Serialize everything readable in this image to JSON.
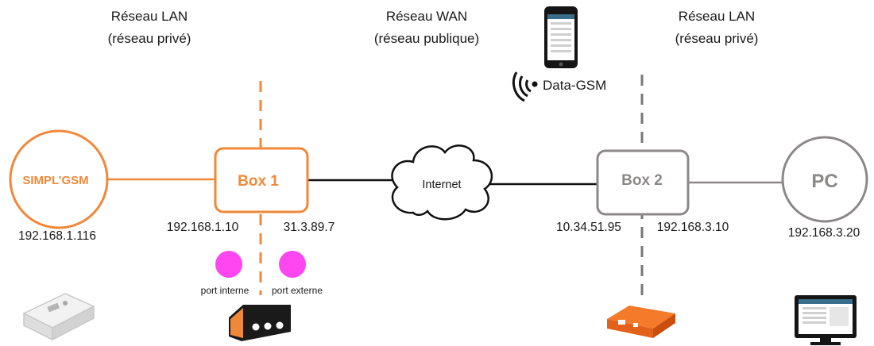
{
  "zones": {
    "lan_left": {
      "line1": "Réseau LAN",
      "line2": "(réseau privé)"
    },
    "wan": {
      "line1": "Réseau WAN",
      "line2": "(réseau publique)"
    },
    "lan_right": {
      "line1": "Réseau LAN",
      "line2": "(réseau privé)"
    }
  },
  "nodes": {
    "simplgsm": {
      "label": "SIMPL’GSM",
      "ip": "192.168.1.116"
    },
    "box1": {
      "label": "Box 1",
      "ip_internal": "192.168.1.10",
      "ip_external": "31.3.89.7"
    },
    "internet": {
      "label": "Internet"
    },
    "box2": {
      "label": "Box 2",
      "ip_wan": "10.34.51.95",
      "ip_lan": "192.168.3.10"
    },
    "pc": {
      "label": "PC",
      "ip": "192.168.3.20"
    }
  },
  "mobile": {
    "label": "Data-GSM",
    "icon": "wireless-signal-icon"
  },
  "ports": {
    "internal": "port interne",
    "external": "port externe"
  },
  "colors": {
    "orange": "#f0883a",
    "grey": "#8c8888",
    "port_dot": "#ff46f0",
    "line": "#111111"
  }
}
